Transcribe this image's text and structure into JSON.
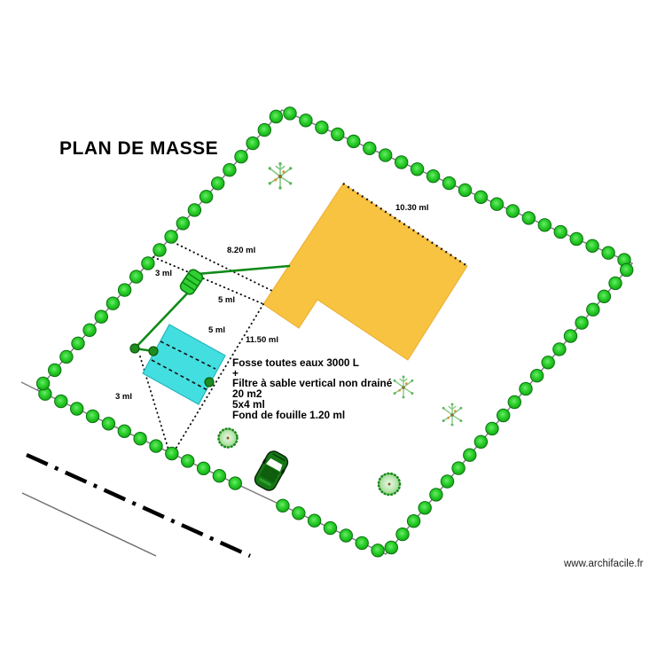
{
  "title": "PLAN DE MASSE",
  "watermark": "www.archifacile.fr",
  "measurements": {
    "roof_edge": "10.30 ml",
    "boundary_to_house": "8.20 ml",
    "boundary_to_fosse": "3 ml",
    "fosse_to_house": "5 ml",
    "filtre_to_house": "5 ml",
    "house_to_boundary": "11.50 ml",
    "filtre_to_boundary": "3 ml"
  },
  "annotation": {
    "lines": [
      "Fosse toutes eaux 3000 L",
      "+",
      "Filtre à sable vertical non drainé",
      "20 m2",
      "5x4 ml",
      "Fond de fouille 1.20 ml"
    ]
  },
  "objects": {
    "house_icon": "house-footprint",
    "fosse_icon": "septic-tank",
    "filtre_icon": "sand-filter-bed",
    "tree_icon": "hedge-tree",
    "bush_icon": "round-bush",
    "weed_icon": "ground-plant",
    "car_icon": "car-top-view",
    "road_icon": "road-axis-line"
  },
  "colors": {
    "house_fill": "#F7C340",
    "filtre_fill": "#43DEE0",
    "tree_green": "#2BD12B",
    "pipe_green": "#108A18",
    "fosse_green": "#2FD032",
    "boundary_gray": "#7F7F7F"
  }
}
